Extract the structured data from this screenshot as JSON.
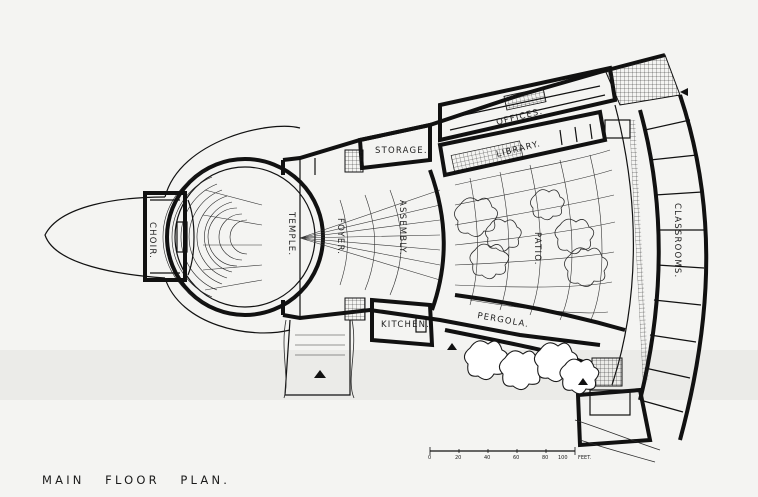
{
  "title": "MAIN   FLOOR   PLAN.",
  "rooms": {
    "choir": "CHOIR.",
    "temple": "TEMPLE.",
    "foyer": "FOYER.",
    "assembly": "ASSEMBLY.",
    "storage": "STORAGE.",
    "offices": "OFFICES.",
    "library": "LIBRARY.",
    "patio": "PATIO.",
    "classrooms": "CLASSROOMS.",
    "kitchen": "KITCHEN.",
    "pergola": "PERGOLA."
  },
  "scale": {
    "ticks": [
      "0",
      "20",
      "40",
      "60",
      "80",
      "100"
    ],
    "unit": "FEET."
  }
}
